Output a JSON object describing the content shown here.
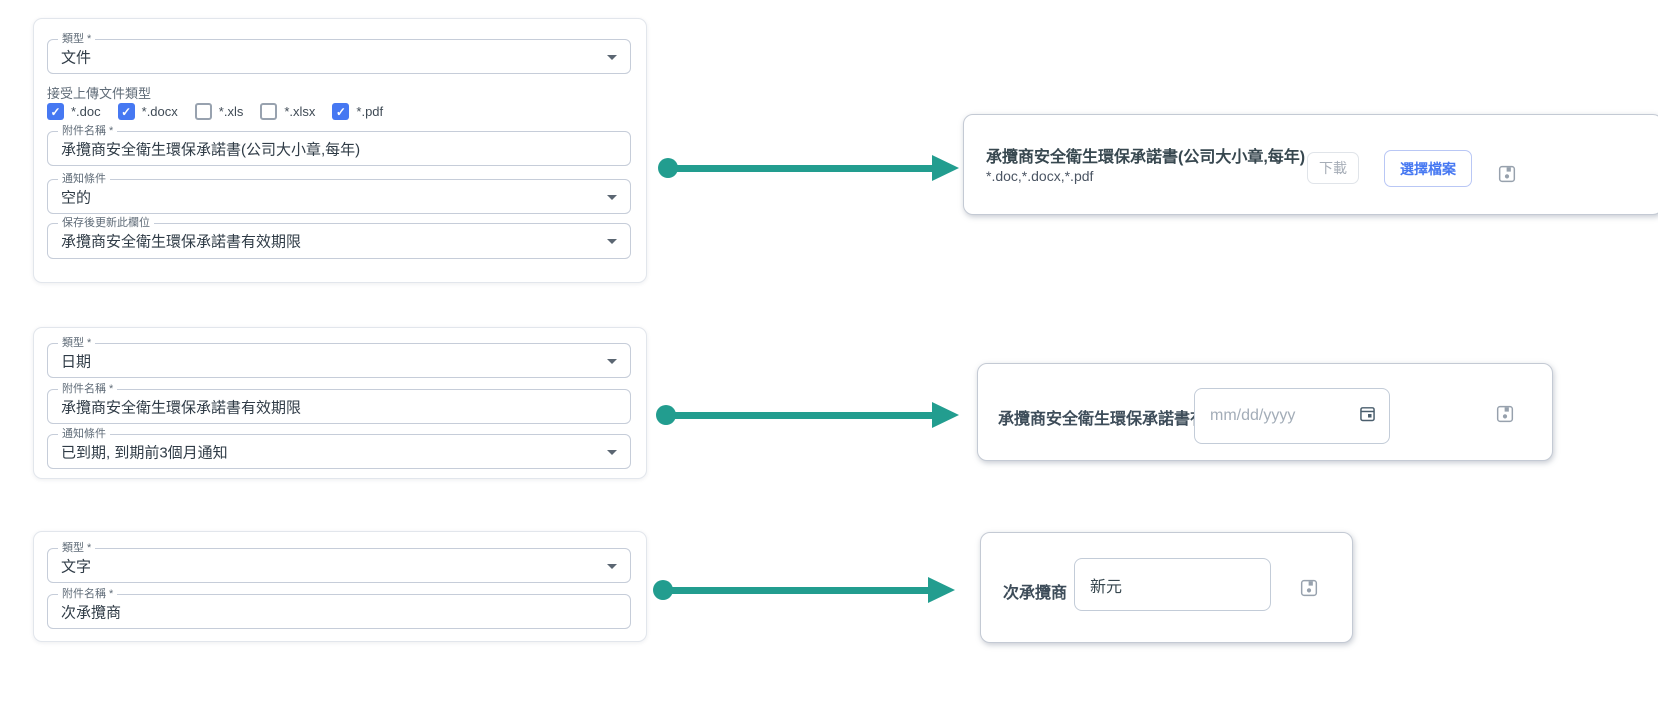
{
  "colors": {
    "arrow_teal": "#229d8f",
    "checkbox_blue": "#4678f2",
    "choose_button_blue": "#4678f2",
    "field_label_gray": "#5f6b77",
    "value_dark": "#2f3b46"
  },
  "icons": {
    "check": "✓",
    "save": "floppy-disk",
    "calendar": "calendar",
    "dropdown": "caret-down"
  },
  "card1": {
    "type_field": {
      "label": "類型 *",
      "value": "文件"
    },
    "upload_label": "接受上傳文件類型",
    "upload_options": [
      {
        "label": "*.doc",
        "checked": true
      },
      {
        "label": "*.docx",
        "checked": true
      },
      {
        "label": "*.xls",
        "checked": false
      },
      {
        "label": "*.xlsx",
        "checked": false
      },
      {
        "label": "*.pdf",
        "checked": true
      }
    ],
    "name_field": {
      "label": "附件名稱 *",
      "value": "承攬商安全衛生環保承諾書(公司大小章,每年)"
    },
    "notify_field": {
      "label": "通知條件",
      "value": "空的"
    },
    "update_field": {
      "label": "保存後更新此欄位",
      "value": "承攬商安全衛生環保承諾書有效期限"
    }
  },
  "card2": {
    "type_field": {
      "label": "類型 *",
      "value": "日期"
    },
    "name_field": {
      "label": "附件名稱 *",
      "value": "承攬商安全衛生環保承諾書有效期限"
    },
    "notify_field": {
      "label": "通知條件",
      "value": "已到期, 到期前3個月通知"
    }
  },
  "card3": {
    "type_field": {
      "label": "類型 *",
      "value": "文字"
    },
    "name_field": {
      "label": "附件名稱 *",
      "value": "次承攬商"
    }
  },
  "preview1": {
    "title": "承攬商安全衛生環保承諾書(公司大小章,每年)",
    "subtitle": "*.doc,*.docx,*.pdf",
    "download_label": "下載",
    "choose_label": "選擇檔案"
  },
  "preview2": {
    "label": "承攬商安全衛生環保承諾書有效期限",
    "date_placeholder": "mm/dd/yyyy"
  },
  "preview3": {
    "label": "次承攬商",
    "input_value": "新元"
  }
}
